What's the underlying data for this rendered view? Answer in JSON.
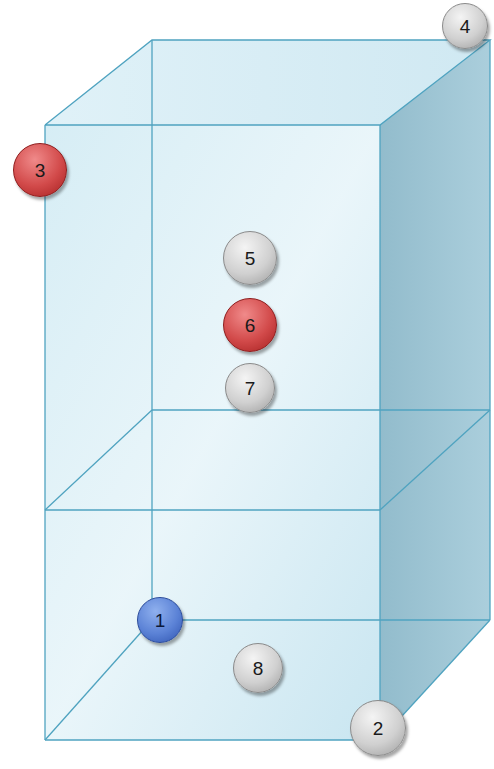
{
  "diagram": {
    "nodes": [
      {
        "text": [
          "4"
        ]
      },
      {
        "text": [
          "3"
        ]
      },
      {
        "text": [
          "5"
        ]
      },
      {
        "text": [
          "6"
        ]
      },
      {
        "text": [
          "7"
        ]
      },
      {
        "text": [
          "1"
        ]
      },
      {
        "text": [
          "8"
        ]
      },
      {
        "text": [
          "2"
        ]
      }
    ]
  }
}
